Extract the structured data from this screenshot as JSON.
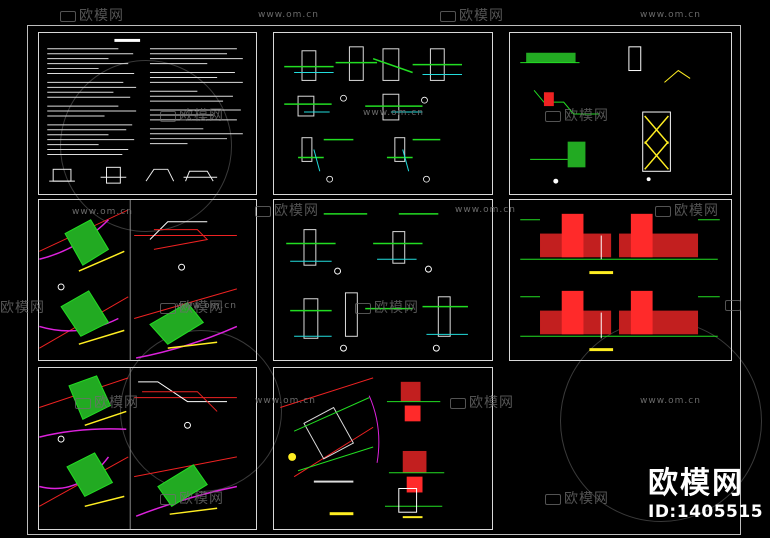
{
  "watermark": {
    "name": "欧模网",
    "url": "www.om.cn"
  },
  "brand": {
    "name": "欧模网",
    "id": "ID:1405515"
  },
  "colors": {
    "background": "#000000",
    "frame": "#d8d8d8",
    "cad_green": "#22dd22",
    "cad_red": "#ee2222",
    "cad_magenta": "#dd22dd",
    "cad_yellow": "#ffee22",
    "cad_cyan": "#22dddd",
    "cad_white": "#ffffff"
  },
  "sheets": [
    {
      "id": "general-notes"
    },
    {
      "id": "beam-column-joints-1"
    },
    {
      "id": "stair-detail-1"
    },
    {
      "id": "stair-plan-1"
    },
    {
      "id": "beam-column-joints-2"
    },
    {
      "id": "foundation-elevation"
    },
    {
      "id": "stair-plan-2"
    },
    {
      "id": "column-base-detail"
    }
  ]
}
